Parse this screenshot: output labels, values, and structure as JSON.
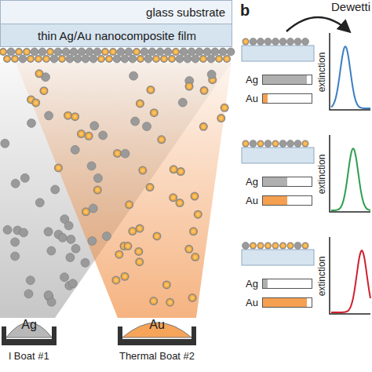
{
  "diagram": {
    "nodes": [
      {
        "text": [
          "glass substrate"
        ]
      },
      {
        "text": [
          "thin Ag/Au nanocomposite film"
        ]
      },
      {
        "text": [
          "Ag",
          "l Boat #1"
        ]
      },
      {
        "text": [
          "Au",
          "Thermal Boat #2"
        ]
      },
      {
        "text": [
          "Ag"
        ]
      },
      {
        "text": [
          "Au"
        ]
      },
      {
        "text": [
          "Ag"
        ]
      },
      {
        "text": [
          "Au"
        ]
      },
      {
        "text": [
          "Ag"
        ]
      },
      {
        "text": [
          "Au"
        ]
      }
    ],
    "labels": [
      "b",
      "Dewetti",
      "extinction",
      "extinction",
      "extinction"
    ]
  }
}
